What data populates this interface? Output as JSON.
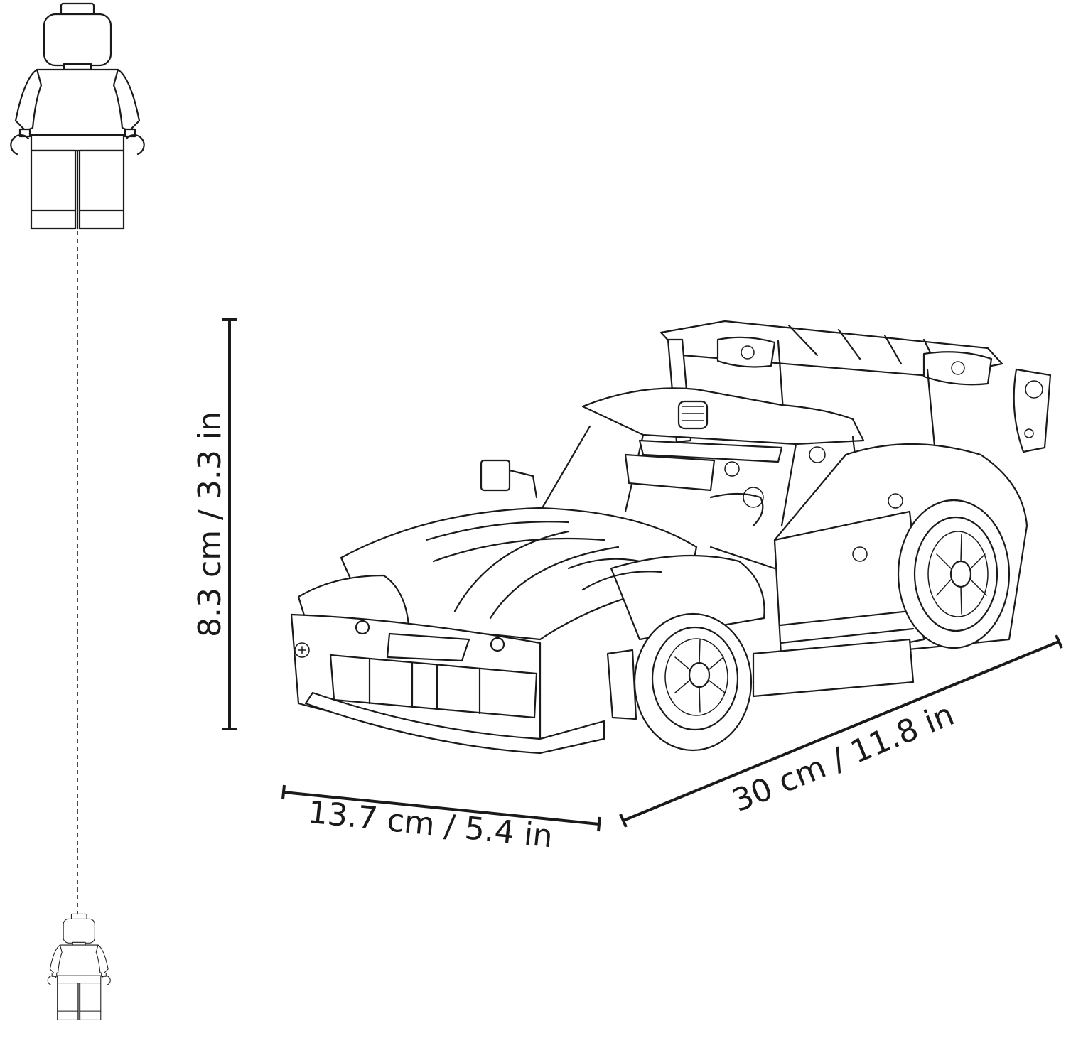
{
  "dimensions": {
    "height_label": "8.3 cm / 3.3 in",
    "width_label": "13.7 cm / 5.4 in",
    "length_label": "30 cm / 11.8 in"
  },
  "colors": {
    "line": "#1a1a1a",
    "background": "#ffffff"
  }
}
